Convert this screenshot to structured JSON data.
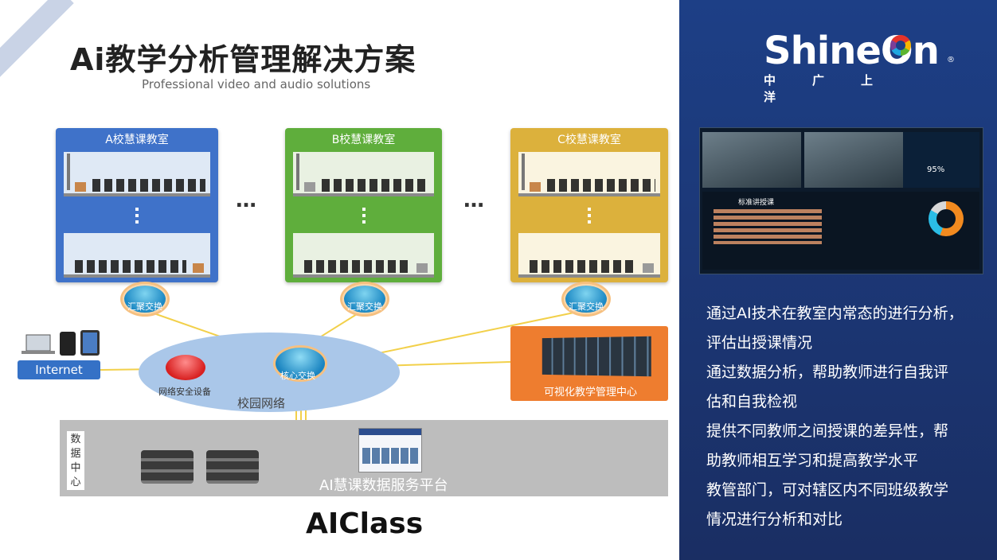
{
  "header": {
    "title": "Ai教学分析管理解决方案",
    "subtitle": "Professional video and audio solutions"
  },
  "schools": [
    {
      "name": "A校慧课教室"
    },
    {
      "name": "B校慧课教室"
    },
    {
      "name": "C校慧课教室"
    }
  ],
  "ellipsis": "…",
  "network": {
    "aggregation_switch": "汇聚交换",
    "core_switch": "核心交换",
    "firewall": "网络安全设备",
    "campus": "校园网络",
    "internet": "Internet",
    "mgmt_center": "可视化教学管理中心"
  },
  "datacenter": {
    "tag": "数据中心",
    "platform": "AI慧课数据服务平台"
  },
  "product": "AIClass",
  "brand": {
    "name": "ShineOn",
    "sub": "中广上洋",
    "reg": "®"
  },
  "dashboard": {
    "title": "标准讲授课",
    "percent": "95%"
  },
  "description": [
    "通过AI技术在教室内常态的进行分析，",
    "评估出授课情况",
    "通过数据分析，帮助教师进行自我评",
    "估和自我检视",
    "提供不同教师之间授课的差异性，帮",
    "助教师相互学习和提高教学水平",
    "教管部门，可对辖区内不同班级教学",
    "情况进行分析和对比"
  ],
  "colors": {
    "school_a": "#3f72c9",
    "school_b": "#5fae3c",
    "school_c": "#dcb13c",
    "mgmt": "#ee7d2f",
    "panel": "#1d3f86"
  }
}
